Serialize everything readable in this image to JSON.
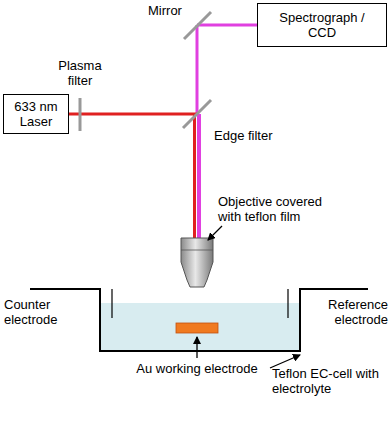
{
  "diagram": {
    "nodes": [
      {
        "text": [
          "Spectrograph / CCD"
        ]
      },
      {
        "text": [
          "633 nm Laser"
        ]
      }
    ],
    "labels": [
      "Mirror",
      "Plasma filter",
      "Edge filter",
      "Objective covered with teflon film",
      "Counter electrode",
      "Reference electrode",
      "Au working electrode",
      "Teflon EC-cell with electrolyte"
    ]
  }
}
